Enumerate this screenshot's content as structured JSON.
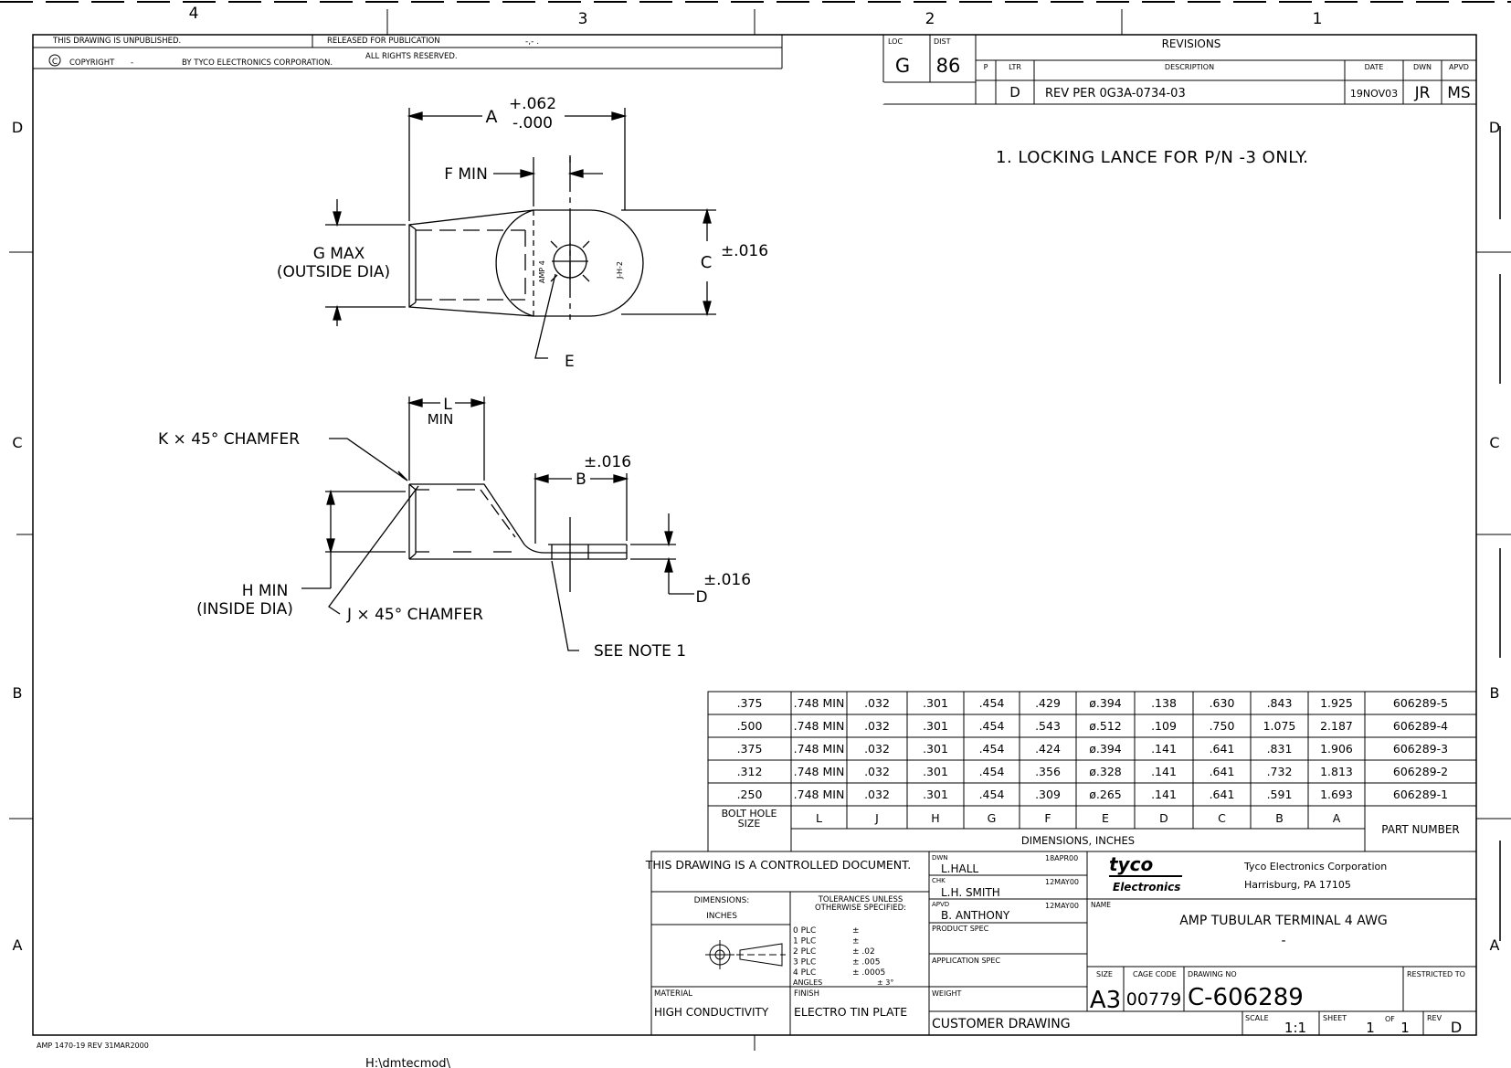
{
  "zones": {
    "cols": [
      "4",
      "3",
      "2",
      "1"
    ],
    "rows": [
      "D",
      "C",
      "B",
      "A"
    ]
  },
  "header": {
    "unpublished": "THIS DRAWING IS UNPUBLISHED.",
    "released": "RELEASED FOR PUBLICATION",
    "released_date": "-,-  .",
    "copyright": "COPYRIGHT",
    "copyright_dash": "-",
    "by_corp": "BY TYCO ELECTRONICS CORPORATION.",
    "rights": "ALL RIGHTS RESERVED."
  },
  "revisions": {
    "loc_label": "LOC",
    "loc_value": "G",
    "dist_label": "DIST",
    "dist_value": "86",
    "title": "REVISIONS",
    "col_p": "P",
    "col_ltr": "LTR",
    "col_desc": "DESCRIPTION",
    "col_date": "DATE",
    "col_dwn": "DWN",
    "col_apvd": "APVD",
    "row": {
      "ltr": "D",
      "desc": "REV PER 0G3A-0734-03",
      "date": "19NOV03",
      "dwn": "JR",
      "apvd": "MS"
    }
  },
  "note": "1.  LOCKING LANCE FOR P/N -3 ONLY.",
  "top_view": {
    "a_label": "A",
    "a_tol_plus": "+.062",
    "a_tol_minus": "-.000",
    "f_label": "F MIN",
    "g_label": "G MAX",
    "g_sub": "(OUTSIDE DIA)",
    "c_label": "C",
    "c_tol": "±.016",
    "e_label": "E",
    "stamp_left": "AMP 4",
    "stamp_right": "J-H-2"
  },
  "side_view": {
    "l_label": "L",
    "l_min": "MIN",
    "k_label": "K × 45° CHAMFER",
    "b_label": "B",
    "b_tol": "±.016",
    "h_label": "H MIN",
    "h_sub": "(INSIDE DIA)",
    "j_label": "J × 45° CHAMFER",
    "d_tol": "±.016",
    "d_label": "D",
    "see_note": "SEE NOTE 1"
  },
  "table": {
    "rows": [
      [
        ".375",
        ".748 MIN",
        ".032",
        ".301",
        ".454",
        ".429",
        "ø.394",
        ".138",
        ".630",
        ".843",
        "1.925",
        "606289-5"
      ],
      [
        ".500",
        ".748 MIN",
        ".032",
        ".301",
        ".454",
        ".543",
        "ø.512",
        ".109",
        ".750",
        "1.075",
        "2.187",
        "606289-4"
      ],
      [
        ".375",
        ".748 MIN",
        ".032",
        ".301",
        ".454",
        ".424",
        "ø.394",
        ".141",
        ".641",
        ".831",
        "1.906",
        "606289-3"
      ],
      [
        ".312",
        ".748 MIN",
        ".032",
        ".301",
        ".454",
        ".356",
        "ø.328",
        ".141",
        ".641",
        ".732",
        "1.813",
        "606289-2"
      ],
      [
        ".250",
        ".748 MIN",
        ".032",
        ".301",
        ".454",
        ".309",
        "ø.265",
        ".141",
        ".641",
        ".591",
        "1.693",
        "606289-1"
      ]
    ],
    "bolt_hole_1": "BOLT HOLE",
    "bolt_hole_2": "SIZE",
    "letters": [
      "L",
      "J",
      "H",
      "G",
      "F",
      "E",
      "D",
      "C",
      "B",
      "A"
    ],
    "dims_label": "DIMENSIONS, INCHES",
    "part_number": "PART NUMBER"
  },
  "title_block": {
    "controlled": "THIS DRAWING IS A CONTROLLED DOCUMENT.",
    "dimensions_label": "DIMENSIONS:",
    "inches": "INCHES",
    "tol_1": "TOLERANCES UNLESS",
    "tol_2": "OTHERWISE SPECIFIED:",
    "tol_rows": [
      {
        "k": "0 PLC",
        "v": "±"
      },
      {
        "k": "1 PLC",
        "v": "±"
      },
      {
        "k": "2 PLC",
        "v": "± .02"
      },
      {
        "k": "3 PLC",
        "v": "± .005"
      },
      {
        "k": "4 PLC",
        "v": "± .0005"
      }
    ],
    "angles_label": "ANGLES",
    "angles_value": "± 3°",
    "material_label": "MATERIAL",
    "material_value": "HIGH CONDUCTIVITY",
    "finish_label": "FINISH",
    "finish_value": "ELECTRO TIN PLATE",
    "dwn_label": "DWN",
    "dwn_name": "L.HALL",
    "dwn_date": "18APR00",
    "chk_label": "CHK",
    "chk_name": "L.H. SMITH",
    "chk_date": "12MAY00",
    "apvd_label": "APVD",
    "apvd_name": "B. ANTHONY",
    "apvd_date": "12MAY00",
    "product_spec": "PRODUCT SPEC",
    "application_spec": "APPLICATION SPEC",
    "weight": "WEIGHT",
    "customer_drawing": "CUSTOMER DRAWING",
    "logo_1": "tyco",
    "logo_2": "Electronics",
    "company": "Tyco Electronics Corporation",
    "address": "Harrisburg, PA 17105",
    "name_label": "NAME",
    "name_value": "AMP TUBULAR TERMINAL 4 AWG",
    "name_dash": "-",
    "size_label": "SIZE",
    "size_value": "A3",
    "cage_label": "CAGE CODE",
    "cage_value": "00779",
    "dwg_label": "DRAWING NO",
    "dwg_value": "C-606289",
    "restricted": "RESTRICTED TO",
    "scale_label": "SCALE",
    "scale_value": "1:1",
    "sheet_label": "SHEET",
    "sheet_value": "1",
    "of_label": "OF",
    "of_value": "1",
    "rev_label": "REV",
    "rev_value": "D"
  },
  "footer": {
    "form": "AMP 1470-19 REV 31MAR2000",
    "path": "H:\\dmtecmod\\"
  }
}
